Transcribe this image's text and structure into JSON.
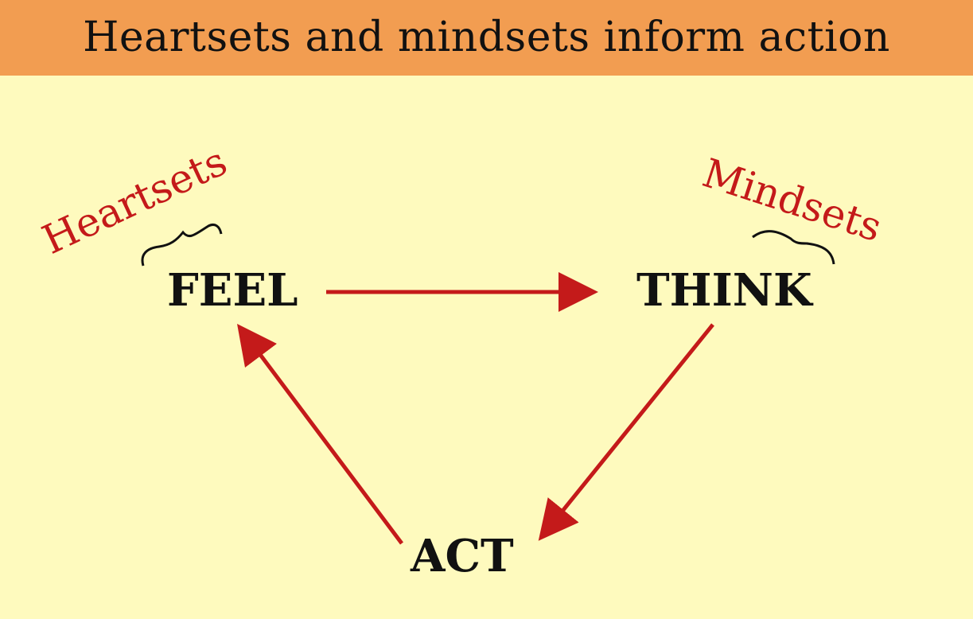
{
  "title": "Heartsets and mindsets inform action",
  "nodes": {
    "feel": "FEEL",
    "think": "THINK",
    "act": "ACT"
  },
  "labels": {
    "heartsets": "Heartsets",
    "mindsets": "Mindsets"
  },
  "colors": {
    "header_background": "#f29d51",
    "page_background": "#fefabe",
    "arrow": "#c41a1a",
    "label": "#c41a1a",
    "node_text": "#111111"
  }
}
